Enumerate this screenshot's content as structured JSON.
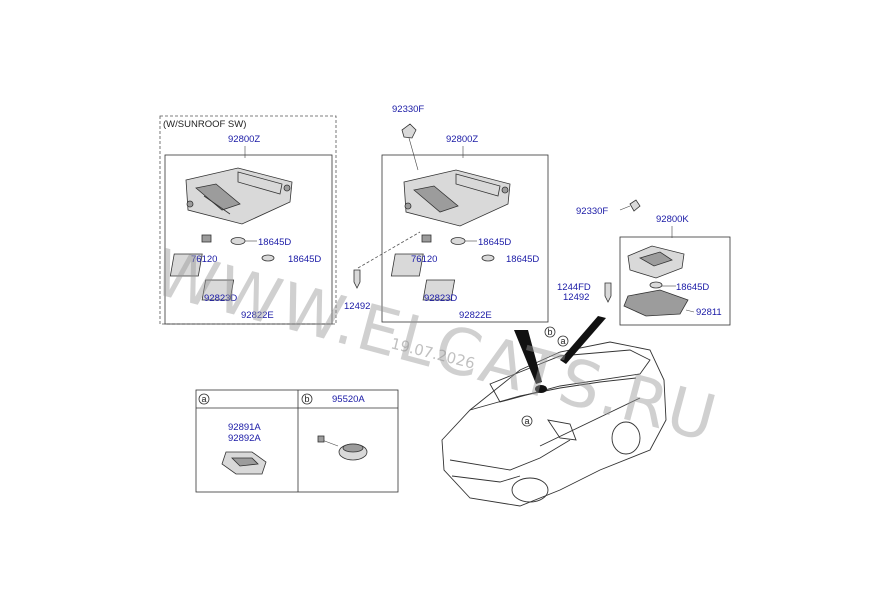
{
  "diagram": {
    "group_left": {
      "header": "(W/SUNROOF SW)",
      "assembly": "92800Z",
      "parts": [
        "18645D",
        "18645D",
        "76120",
        "92823D",
        "92822E"
      ]
    },
    "group_center": {
      "assembly": "92800Z",
      "top_clip": "92330F",
      "side_clip": "12492",
      "parts": [
        "18645D",
        "18645D",
        "76120",
        "92823D",
        "92822E"
      ]
    },
    "group_right": {
      "assembly": "92800K",
      "clip": "92330F",
      "screw_a": "1244FD",
      "screw_b": "12492",
      "parts": [
        "18645D",
        "92811"
      ]
    },
    "legend": {
      "cell_a": {
        "marker": "a",
        "part_a": "92891A",
        "part_b": "92892A"
      },
      "cell_b": {
        "marker": "b",
        "part": "95520A"
      }
    },
    "car_callouts": {
      "b": "b",
      "a_top": "a",
      "a_door": "a"
    },
    "watermark": "WWW.ELCATS.RU",
    "date_stamp": "19.07.2026"
  }
}
